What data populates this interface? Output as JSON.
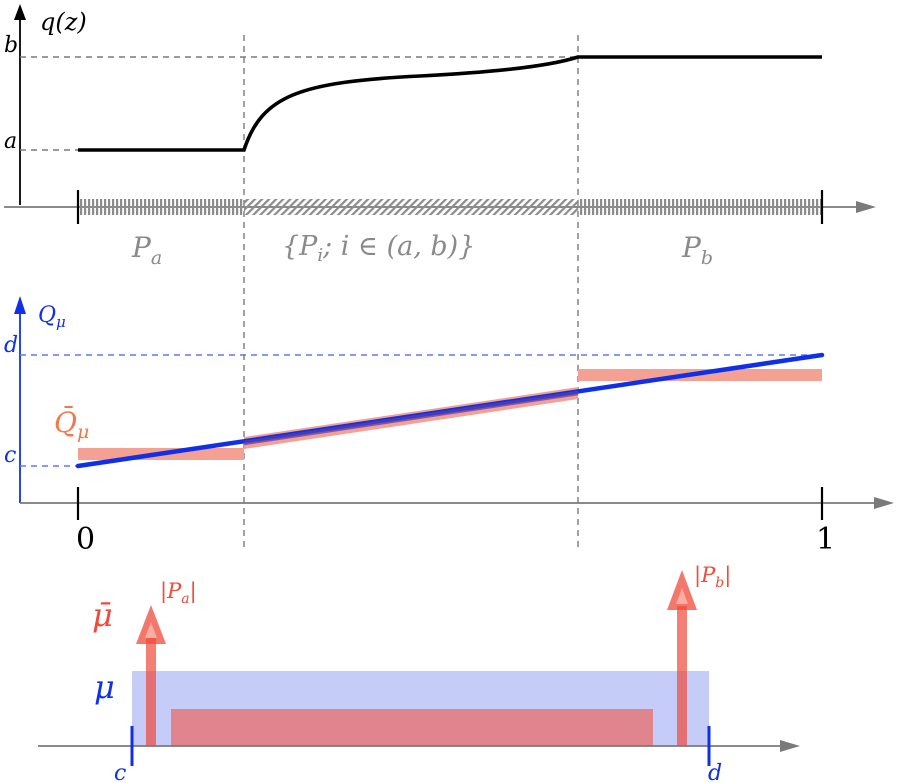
{
  "top_panel": {
    "y_label": "q(z)",
    "tick_b": "b",
    "tick_a": "a",
    "region_left": "P",
    "region_left_sub": "a",
    "region_middle": "{P",
    "region_middle_sub": "i",
    "region_middle_rest": "; i ∈ (a, b)}",
    "region_right": "P",
    "region_right_sub": "b"
  },
  "middle_panel": {
    "y_label": "Q",
    "y_label_sub": "μ",
    "bar_label": "Q̄",
    "bar_label_sub": "μ",
    "tick_d": "d",
    "tick_c": "c",
    "x_start": "0",
    "x_end": "1"
  },
  "bottom_panel": {
    "mu_bar_label": "μ̄",
    "mu_label": "μ",
    "arrow_left_label": "|P",
    "arrow_left_sub": "a",
    "arrow_left_close": "|",
    "arrow_right_label": "|P",
    "arrow_right_sub": "b",
    "arrow_right_close": "|",
    "tick_c": "c",
    "tick_d": "d"
  },
  "colors": {
    "axis": "#7a7a7a",
    "curve": "#000000",
    "blue": "#1030e8",
    "blue_dashed": "#5b7cf0",
    "salmon": "#f4a092",
    "orange_label": "#f07a4a",
    "red": "#f04a3a",
    "light_blue_band": "#c5ccf8",
    "pink_band": "#e0848e",
    "gray_text": "#8a8a8a"
  }
}
